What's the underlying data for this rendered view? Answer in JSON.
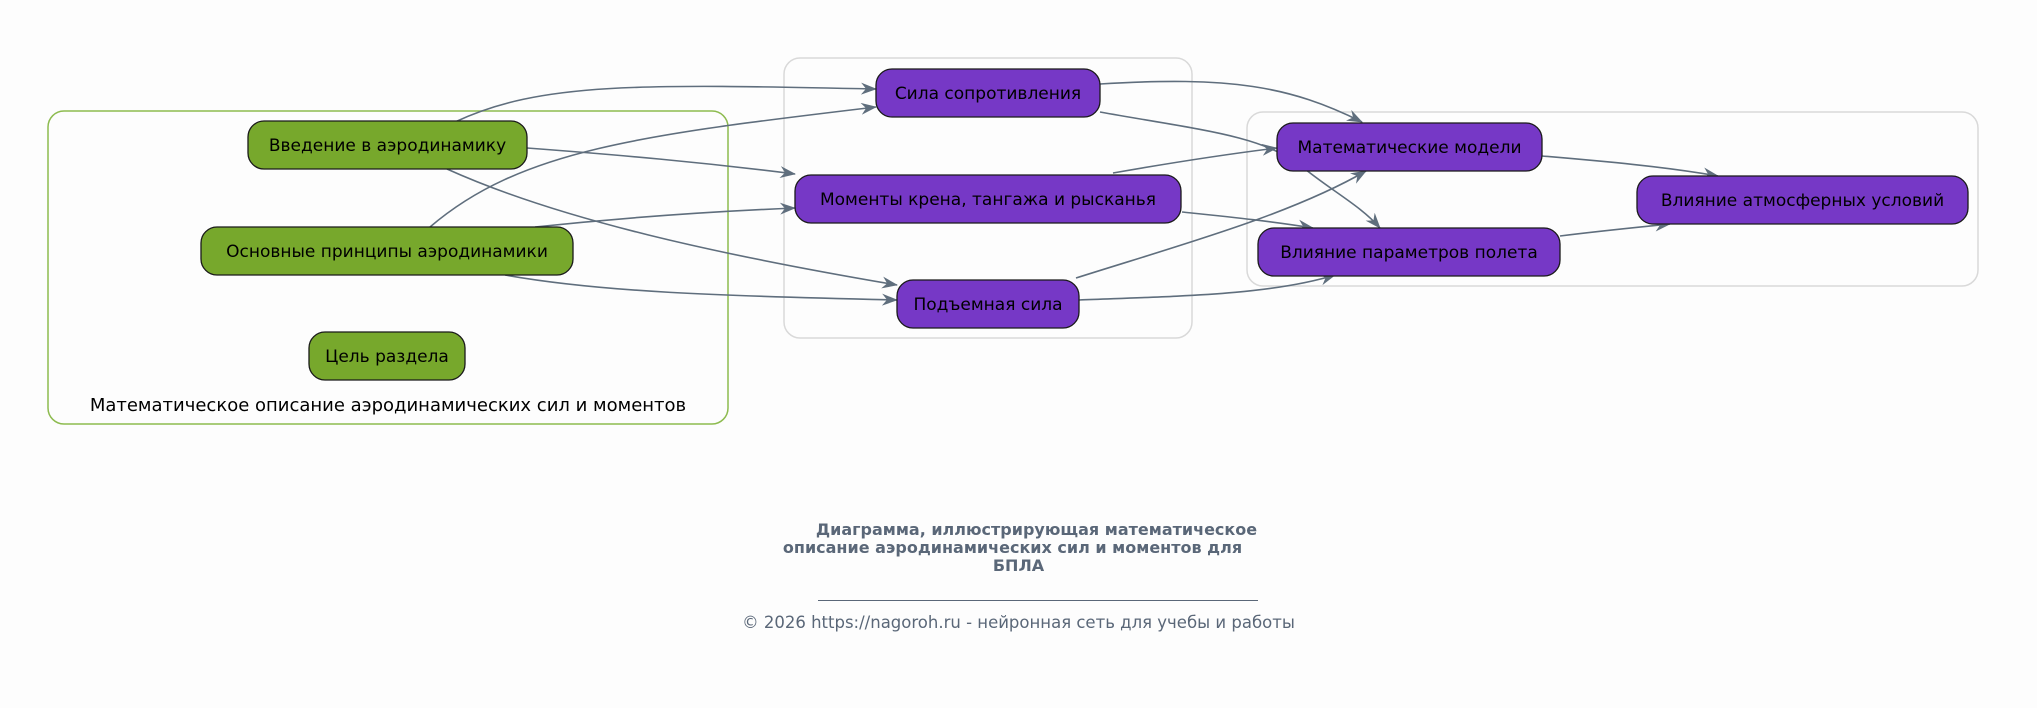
{
  "colors": {
    "green_node": "#77a82c",
    "purple_node": "#7638c6",
    "edge": "#5f6e7d",
    "green_cluster_border": "#8dbb4f",
    "grey_cluster_border": "#d9d9d9",
    "caption": "#5a6778"
  },
  "clusters": [
    {
      "id": "c_green",
      "label": "Математическое описание аэродинамических сил и моментов"
    },
    {
      "id": "c_mid",
      "label": ""
    },
    {
      "id": "c_right",
      "label": ""
    }
  ],
  "nodes": {
    "intro": "Введение в аэродинамику",
    "principles": "Основные принципы аэродинамики",
    "goal": "Цель раздела",
    "drag": "Сила сопротивления",
    "moments": "Моменты крена, тангажа и рысканья",
    "lift": "Подъемная сила",
    "models": "Математические модели",
    "flight_params": "Влияние параметров полета",
    "atmosphere": "Влияние атмосферных условий"
  },
  "edges": [
    {
      "from": "intro",
      "to": "drag"
    },
    {
      "from": "intro",
      "to": "moments"
    },
    {
      "from": "intro",
      "to": "lift"
    },
    {
      "from": "principles",
      "to": "drag"
    },
    {
      "from": "principles",
      "to": "moments"
    },
    {
      "from": "principles",
      "to": "lift"
    },
    {
      "from": "drag",
      "to": "models"
    },
    {
      "from": "drag",
      "to": "flight_params"
    },
    {
      "from": "moments",
      "to": "models"
    },
    {
      "from": "moments",
      "to": "flight_params"
    },
    {
      "from": "lift",
      "to": "models"
    },
    {
      "from": "lift",
      "to": "flight_params"
    },
    {
      "from": "models",
      "to": "atmosphere"
    },
    {
      "from": "flight_params",
      "to": "atmosphere"
    }
  ],
  "caption": {
    "title_lines": [
      "Диаграмма, иллюстрирующая математическое",
      "описание аэродинамических сил и моментов для",
      "БПЛА"
    ],
    "footer": "© 2026 https://nagoroh.ru - нейронная сеть для учебы и работы"
  }
}
